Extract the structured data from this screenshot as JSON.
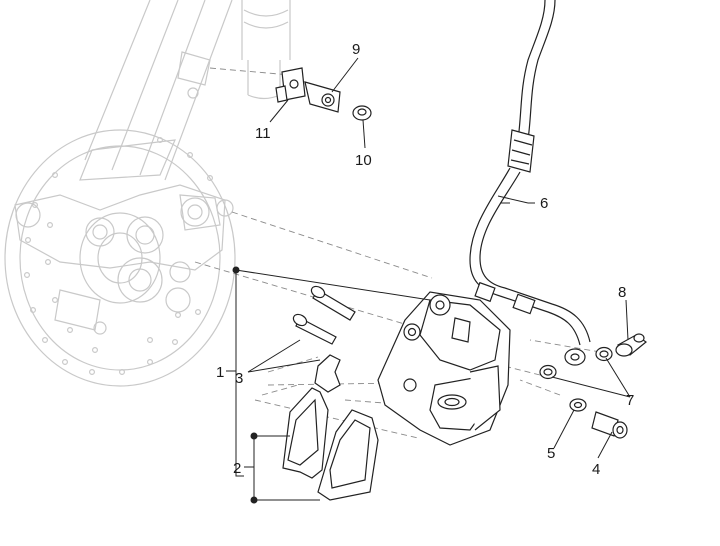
{
  "labels": {
    "l1": "1",
    "l2": "2",
    "l3": "3",
    "l4": "4",
    "l5": "5",
    "l6": "6",
    "l7": "7",
    "l8": "8",
    "l9": "9",
    "l10": "10",
    "l11": "11"
  },
  "colors": {
    "line": "#222222",
    "ghost": "#c9c9c9",
    "background": "#ffffff"
  }
}
